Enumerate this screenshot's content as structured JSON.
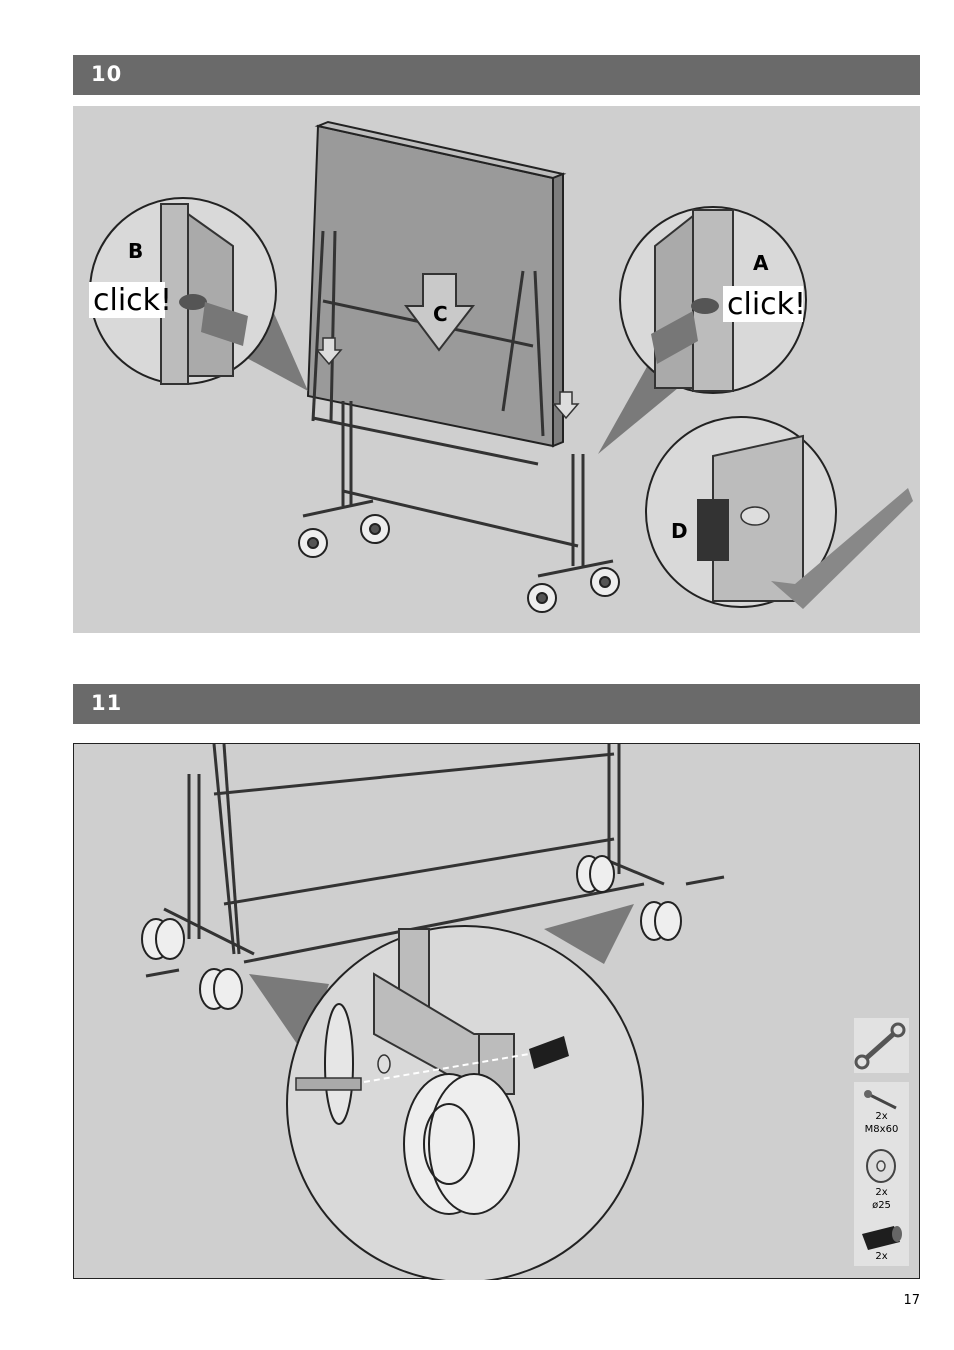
{
  "steps": [
    {
      "number": "10"
    },
    {
      "number": "11"
    }
  ],
  "step10": {
    "callout_b": {
      "letter": "B",
      "text": "click!"
    },
    "callout_a": {
      "letter": "A",
      "text": "click!"
    },
    "arrow_c": {
      "letter": "C"
    },
    "callout_d": {
      "letter": "D"
    },
    "check_icon": "checkmark-icon"
  },
  "step11": {
    "parts": [
      {
        "icon": "wrench-icon",
        "qty": "",
        "spec": ""
      },
      {
        "icon": "bolt-icon",
        "qty": "2x",
        "spec": "M8x60"
      },
      {
        "icon": "washer-icon",
        "qty": "2x",
        "spec": "ø25"
      },
      {
        "icon": "sleeve-icon",
        "qty": "2x",
        "spec": ""
      }
    ]
  },
  "page": {
    "number": "17"
  },
  "colors": {
    "header": "#6a6a6a",
    "panel": "#cfcfcf",
    "arrow": "#7a7a7a"
  }
}
